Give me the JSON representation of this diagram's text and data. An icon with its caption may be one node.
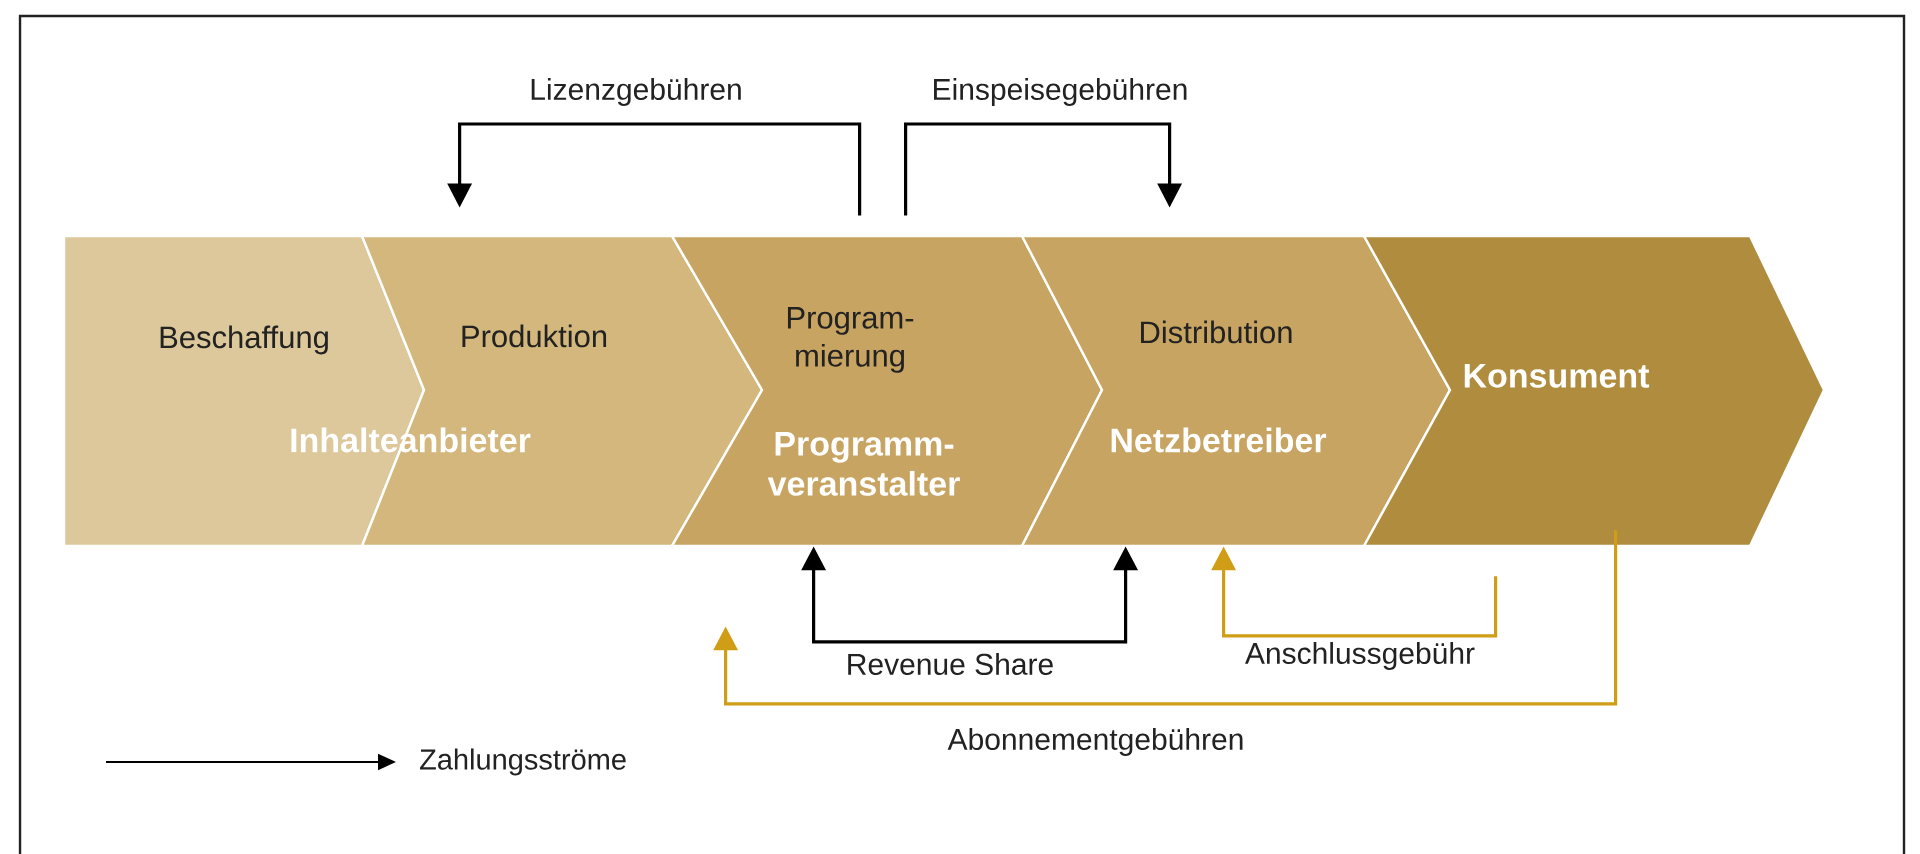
{
  "diagram": {
    "nodes": [
      {
        "text": [
          "Beschaffung"
        ]
      },
      {
        "text": [
          "Produktion"
        ]
      },
      {
        "text": [
          "Program- mierung",
          "Programm- veranstalter"
        ]
      },
      {
        "text": [
          "Distribution",
          "Netzbetreiber"
        ]
      },
      {
        "text": [
          "Konsument"
        ]
      }
    ],
    "edges": [
      {
        "from": 2,
        "to": 1,
        "arrow": "to",
        "label": "Lizenzgebühren"
      },
      {
        "from": 2,
        "to": 3,
        "arrow": "to",
        "label": "Einspeisegebühren"
      },
      {
        "from": 3,
        "to": 2,
        "arrow": "both",
        "label": "Revenue Share"
      },
      {
        "from": 4,
        "to": 3,
        "arrow": "to",
        "label": "Anschlussgebühr",
        "color": "#d09e16"
      },
      {
        "from": 4,
        "to": 2,
        "arrow": "to",
        "label": "Abonnementgebühren",
        "color": "#d09e16"
      }
    ],
    "labels": [
      "Inhalteanbieter"
    ],
    "legend": [
      {
        "text": "Zahlungsströme"
      }
    ]
  }
}
